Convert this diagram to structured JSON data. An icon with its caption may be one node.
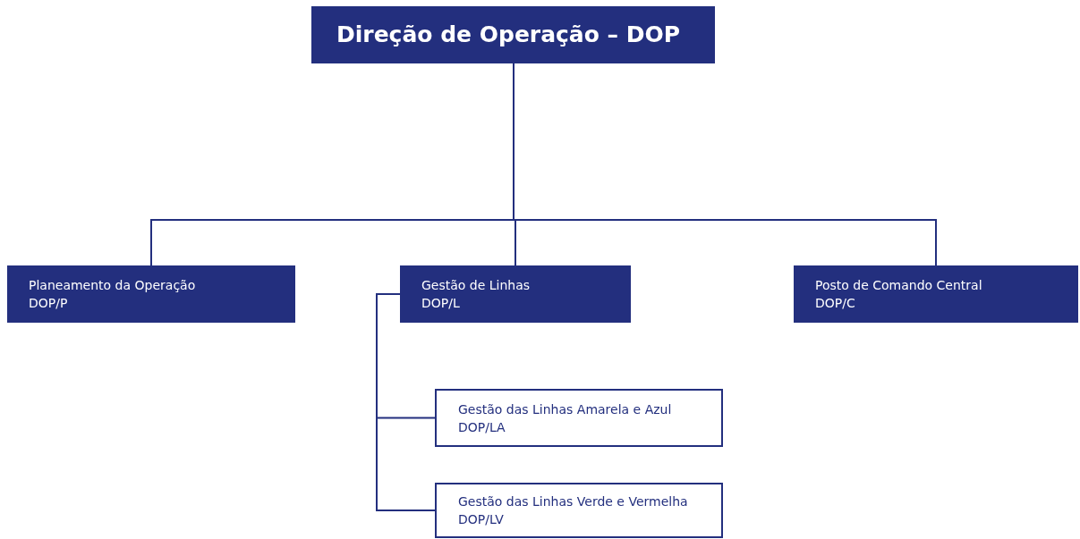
{
  "diagram": {
    "nodes": [
      {
        "text": [
          "Direção de Operação – DOP"
        ]
      },
      {
        "text": [
          "Planeamento da Operação",
          "DOP/P"
        ]
      },
      {
        "text": [
          "Gestão de Linhas",
          "DOP/L"
        ]
      },
      {
        "text": [
          "Posto de Comando Central",
          "DOP/C"
        ]
      },
      {
        "text": [
          "Gestão das Linhas Amarela e Azul",
          "DOP/LA"
        ]
      },
      {
        "text": [
          "Gestão das Linhas Verde e Vermelha",
          "DOP/LV"
        ]
      }
    ],
    "edges": [
      {
        "from": 0,
        "to": 1,
        "arrow": "none"
      },
      {
        "from": 0,
        "to": 2,
        "arrow": "none"
      },
      {
        "from": 0,
        "to": 3,
        "arrow": "none"
      },
      {
        "from": 2,
        "to": 4,
        "arrow": "none"
      },
      {
        "from": 2,
        "to": 5,
        "arrow": "none"
      }
    ]
  }
}
